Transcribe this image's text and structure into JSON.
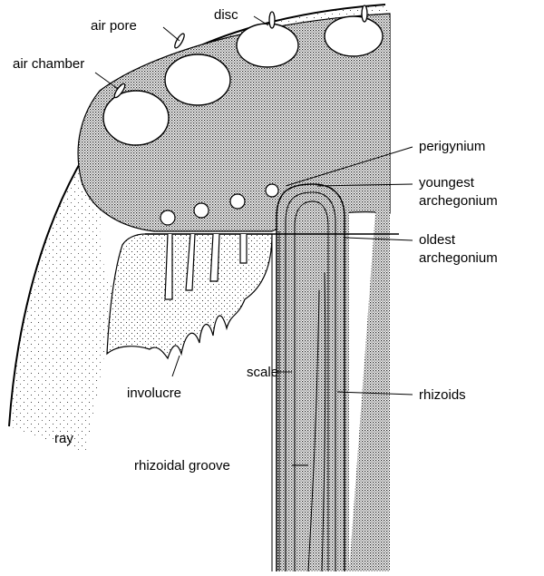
{
  "labels": {
    "air_pore": "air pore",
    "disc": "disc",
    "air_chamber": "air chamber",
    "perigynium": "perigynium",
    "youngest_archegonium_1": "youngest",
    "youngest_archegonium_2": "archegonium",
    "oldest_archegonium_1": "oldest",
    "oldest_archegonium_2": "archegonium",
    "scale": "scale",
    "involucre": "involucre",
    "rhizoids": "rhizoids",
    "ray": "ray",
    "rhizoidal_groove": "rhizoidal groove"
  }
}
